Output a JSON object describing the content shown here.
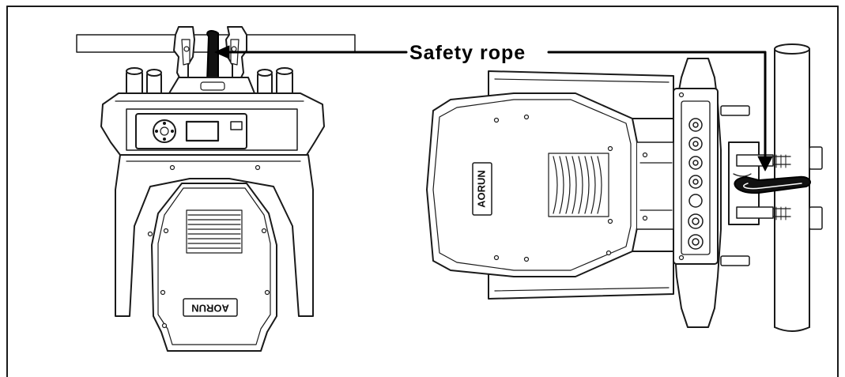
{
  "callout": {
    "label": "Safety rope"
  },
  "brand": {
    "front_logo": "AORUN",
    "side_logo": "AORUN"
  },
  "colors": {
    "line": "#1a1a1a",
    "body_fill": "#ffffff",
    "rope": "#000000"
  }
}
